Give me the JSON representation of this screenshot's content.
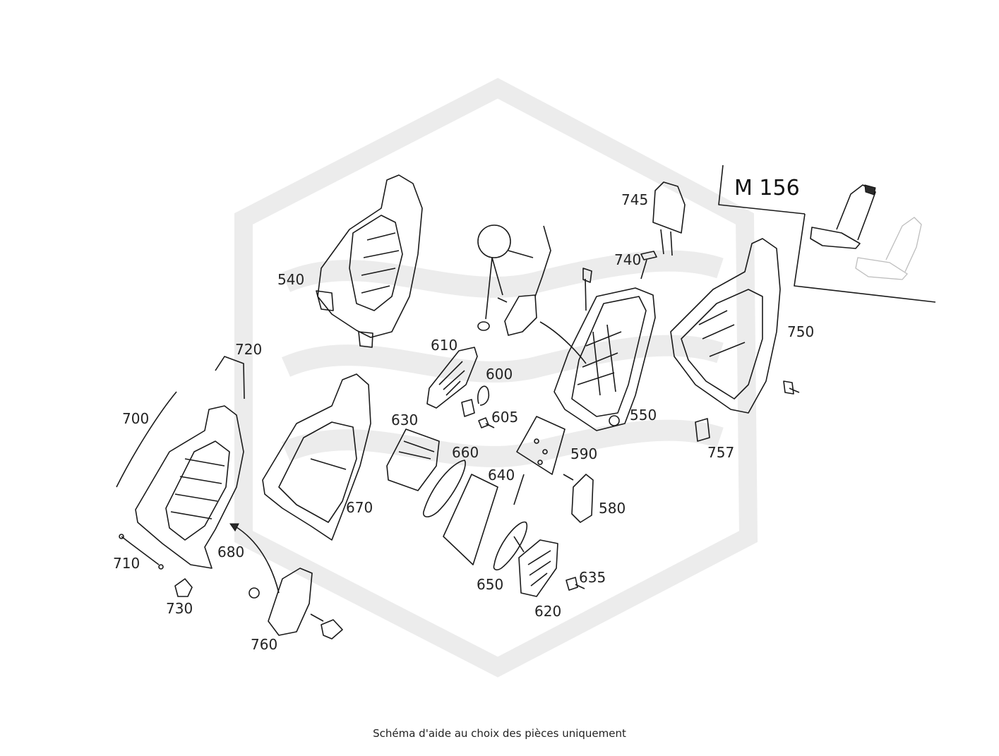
{
  "model_label": "M 156",
  "part_numbers": {
    "p540": "540",
    "p610": "610",
    "p600": "600",
    "p605": "605",
    "p630": "630",
    "p660": "660",
    "p640": "640",
    "p590": "590",
    "p550": "550",
    "p580": "580",
    "p670": "670",
    "p680": "680",
    "p700": "700",
    "p710": "710",
    "p720": "720",
    "p730": "730",
    "p760": "760",
    "p650": "650",
    "p620": "620",
    "p635": "635",
    "p740": "740",
    "p745": "745",
    "p750": "750",
    "p757": "757"
  },
  "caption": "Schéma d'aide au choix des pièces uniquement"
}
